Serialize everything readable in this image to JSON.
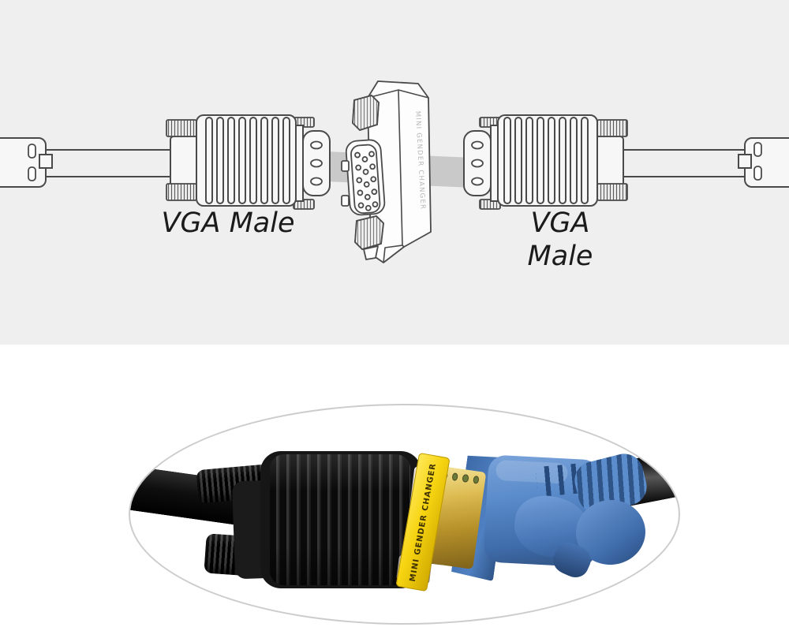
{
  "labels": {
    "left_connector": "VGA Male",
    "right_connector": "VGA Male"
  },
  "adapter": {
    "side_text": "MINI GENDER CHANGER",
    "band_text": "MINI GENDER CHANGER"
  },
  "colors": {
    "bg_top": "#efefef",
    "bg_bottom": "#ffffff",
    "line": "#4a4a4a",
    "band": "#c9c9c9",
    "label_text": "#1b1b1b",
    "ellipse_stroke": "#cccccc",
    "black_connector": "#161616",
    "blue_connector": "#4f80c1",
    "blue_dark": "#2f5488",
    "yellow_band": "#f6d411",
    "gold_adapter": "#b8922a",
    "silver_shell": "#b5afa8"
  }
}
